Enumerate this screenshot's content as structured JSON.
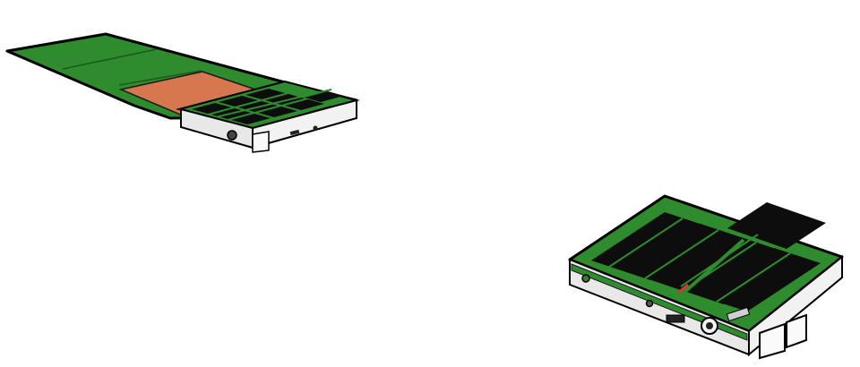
{
  "scene": {
    "subjects": [
      {
        "name": "solar-panel-device-unfolded",
        "state": "unfolded"
      },
      {
        "name": "solar-panel-device-folded",
        "state": "folded"
      }
    ]
  },
  "colors": {
    "background": "#ffffff",
    "pcb_green": "#2e8b2e",
    "pcb_green_dark": "#1f6b1f",
    "copper": "#d6774f",
    "solar_cell": "#0d0d0d",
    "metal_frame": "#e8e8e8",
    "outline": "#000000",
    "accent_red": "#e03030"
  }
}
